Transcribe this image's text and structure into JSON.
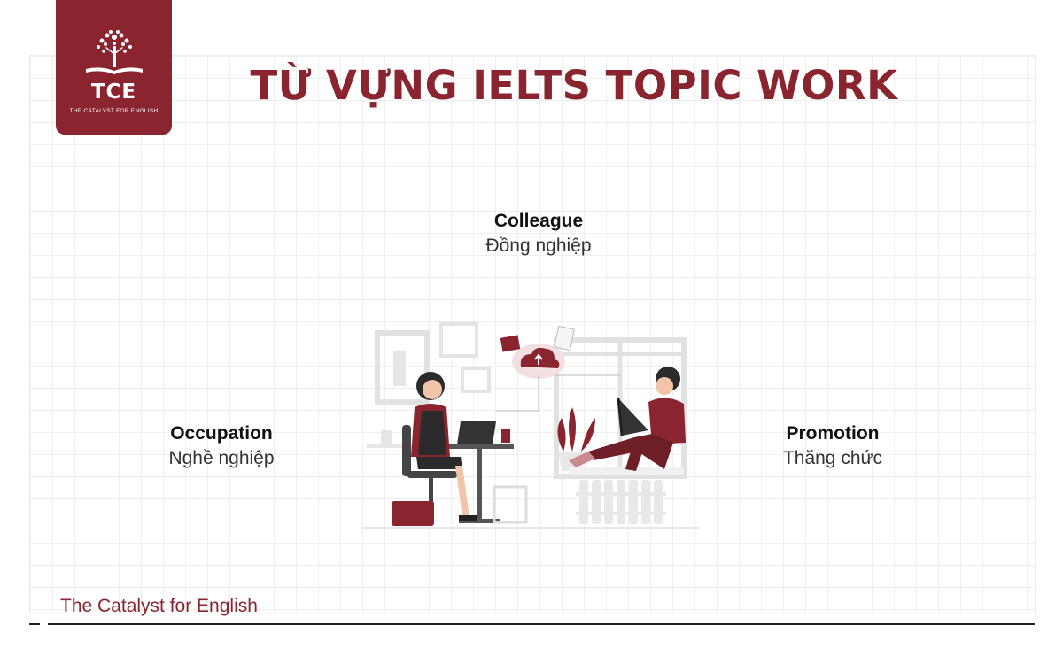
{
  "brand": {
    "abbr": "TCE",
    "tagline": "THE CATALYST FOR ENGLISH",
    "color": "#8a2530",
    "logo_icon": "tree-book-icon"
  },
  "title": "TỪ VỰNG IELTS TOPIC WORK",
  "terms": {
    "top": {
      "en": "Colleague",
      "vi": "Đồng nghiệp"
    },
    "left": {
      "en": "Occupation",
      "vi": "Nghề nghiệp"
    },
    "right": {
      "en": "Promotion",
      "vi": "Thăng chức"
    }
  },
  "illustration_icon": "remote-work-illustration",
  "footer": "The Catalyst for English"
}
